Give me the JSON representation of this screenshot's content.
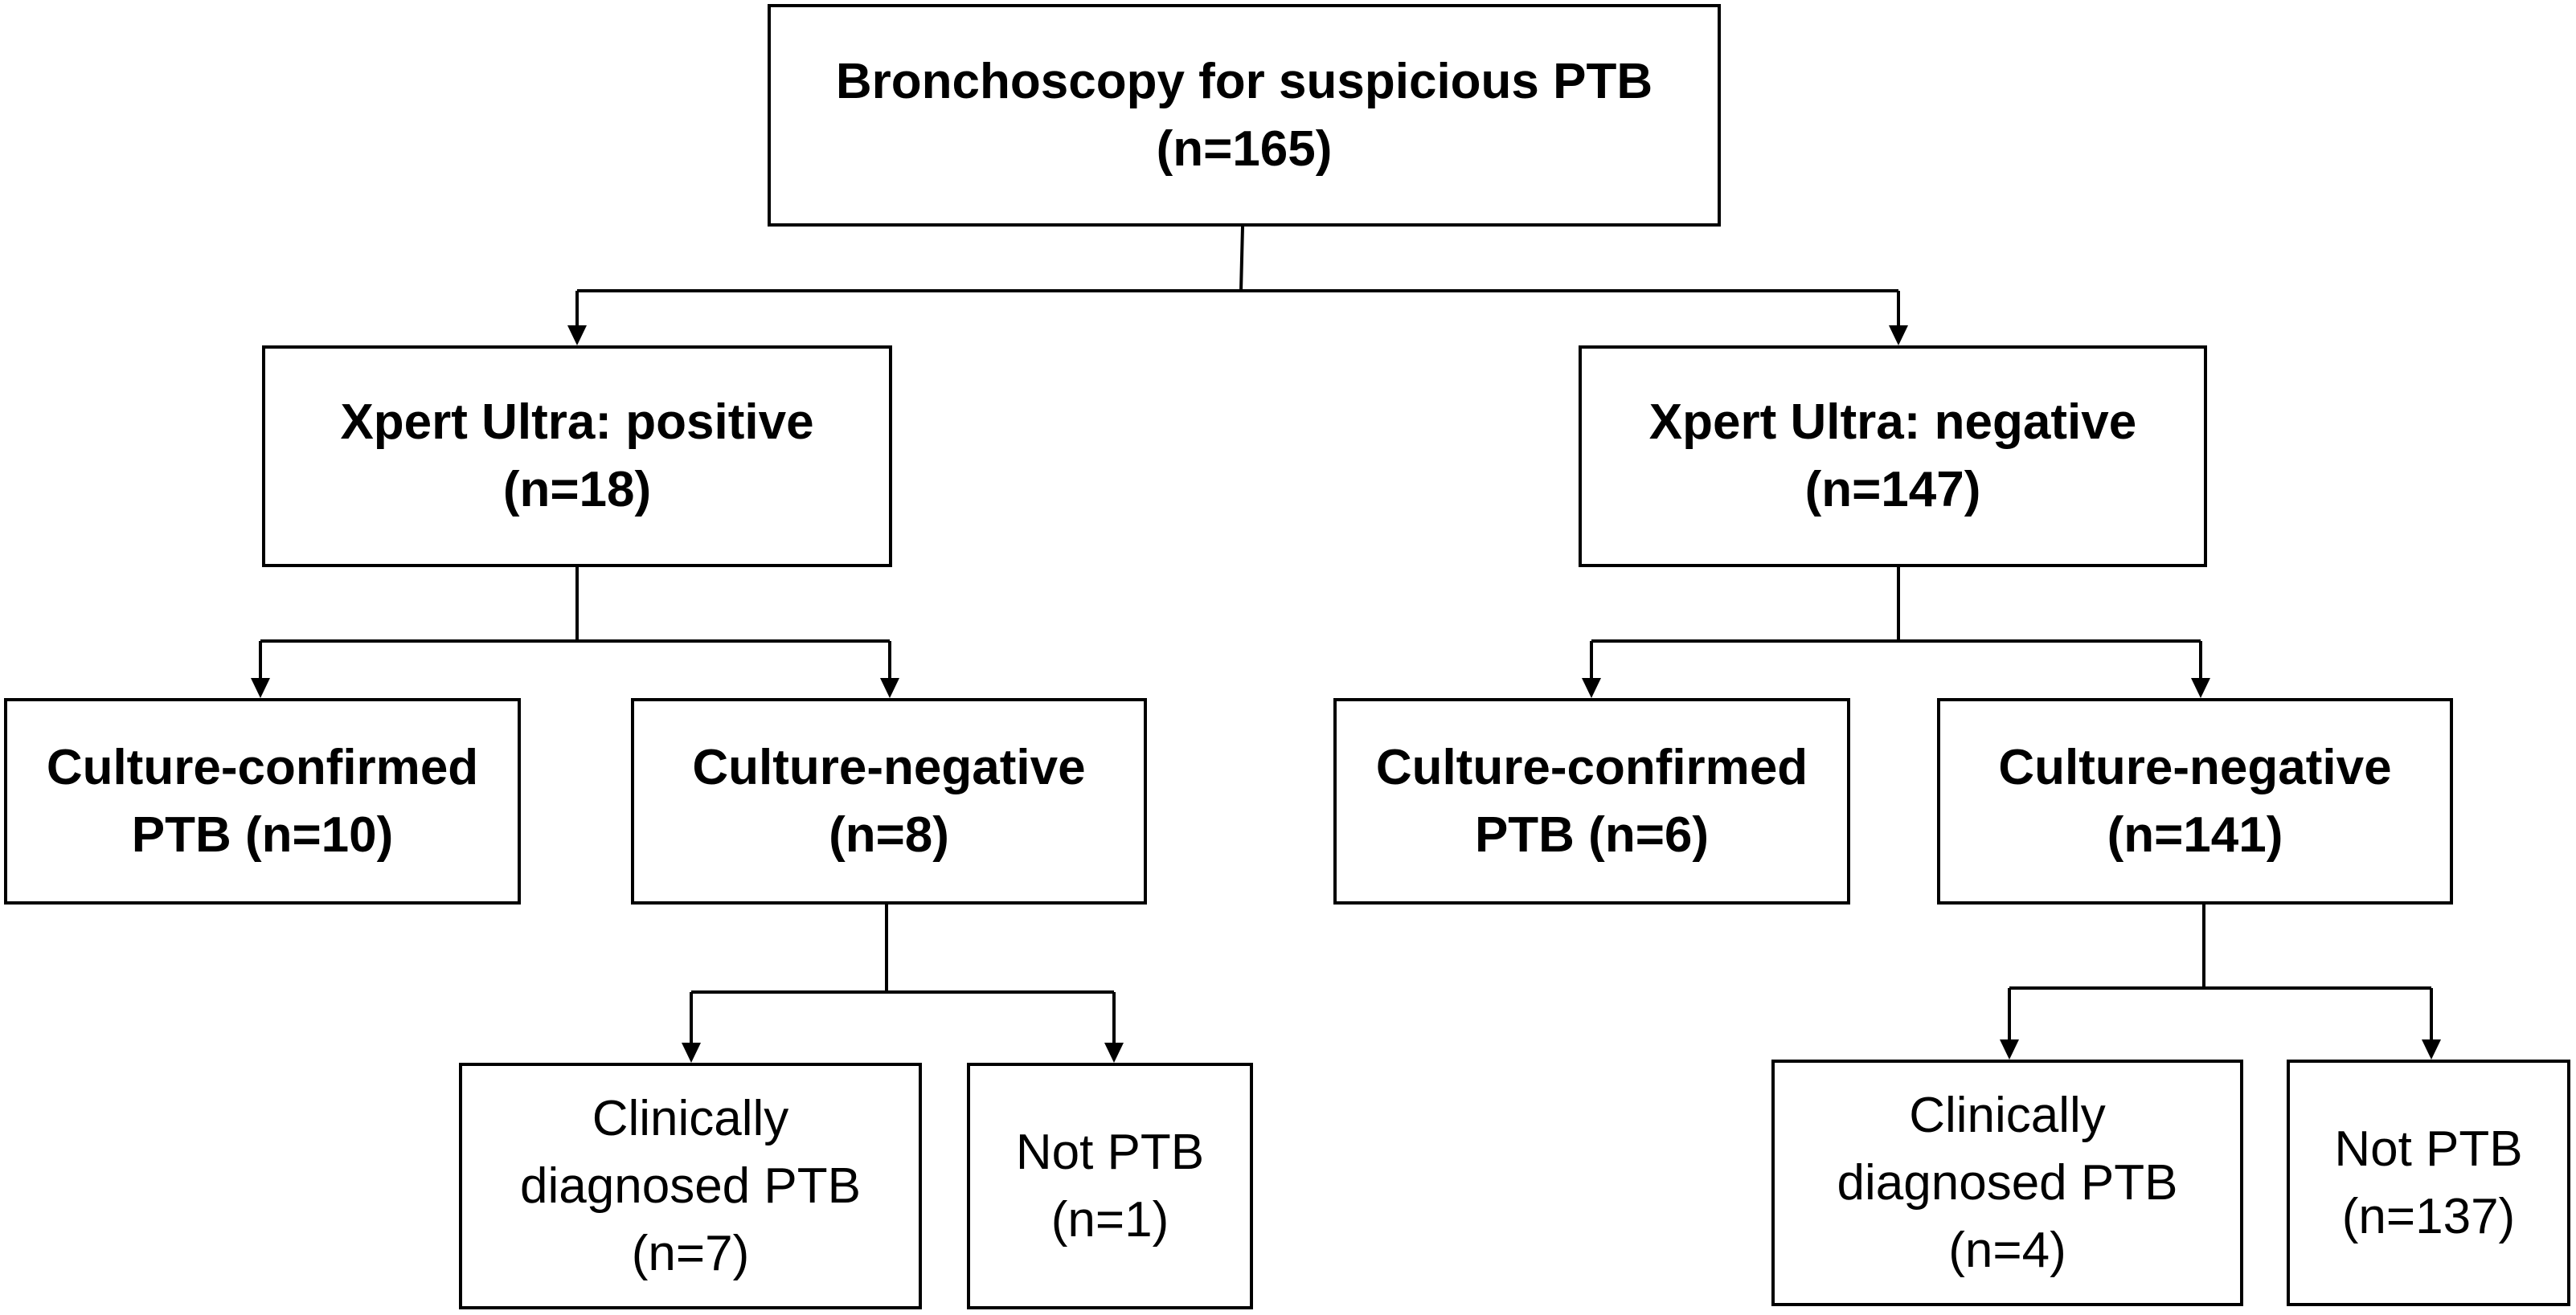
{
  "nodes": {
    "root": {
      "lines": [
        "Bronchoscopy for suspicious PTB",
        "(n=165)"
      ]
    },
    "xpert_pos": {
      "lines": [
        "Xpert Ultra: positive",
        "(n=18)"
      ]
    },
    "xpert_neg": {
      "lines": [
        "Xpert Ultra: negative",
        "(n=147)"
      ]
    },
    "pos_culture_confirmed": {
      "lines": [
        "Culture-confirmed",
        "PTB (n=10)"
      ]
    },
    "pos_culture_negative": {
      "lines": [
        "Culture-negative",
        "(n=8)"
      ]
    },
    "neg_culture_confirmed": {
      "lines": [
        "Culture-confirmed",
        "PTB (n=6)"
      ]
    },
    "neg_culture_negative": {
      "lines": [
        "Culture-negative",
        "(n=141)"
      ]
    },
    "pos_clinical": {
      "lines": [
        "Clinically",
        "diagnosed PTB",
        "(n=7)"
      ]
    },
    "pos_not_ptb": {
      "lines": [
        "Not PTB",
        "(n=1)"
      ]
    },
    "neg_clinical": {
      "lines": [
        "Clinically",
        "diagnosed PTB",
        "(n=4)"
      ]
    },
    "neg_not_ptb": {
      "lines": [
        "Not PTB",
        "(n=137)"
      ]
    }
  },
  "edges": [
    [
      "root",
      "xpert_pos"
    ],
    [
      "root",
      "xpert_neg"
    ],
    [
      "xpert_pos",
      "pos_culture_confirmed"
    ],
    [
      "xpert_pos",
      "pos_culture_negative"
    ],
    [
      "xpert_neg",
      "neg_culture_confirmed"
    ],
    [
      "xpert_neg",
      "neg_culture_negative"
    ],
    [
      "pos_culture_negative",
      "pos_clinical"
    ],
    [
      "pos_culture_negative",
      "pos_not_ptb"
    ],
    [
      "neg_culture_negative",
      "neg_clinical"
    ],
    [
      "neg_culture_negative",
      "neg_not_ptb"
    ]
  ],
  "colors": {
    "line": "#000000",
    "box_border": "#000000",
    "background": "#ffffff",
    "text": "#000000"
  }
}
